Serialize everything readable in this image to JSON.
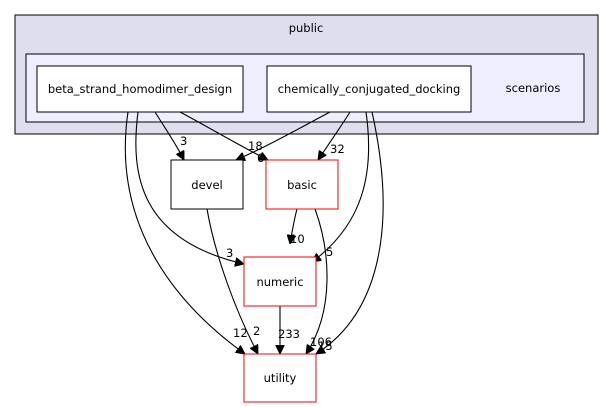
{
  "graph": {
    "outer_cluster": {
      "label": "public",
      "fill": "#dedeee",
      "stroke": "#000000"
    },
    "inner_cluster": {
      "label": "scenarios",
      "fill": "#eeeeff",
      "stroke": "#000000"
    },
    "nodes": {
      "beta": {
        "label": "beta_strand_homodimer_design",
        "border": "#000000"
      },
      "chem": {
        "label": "chemically_conjugated_docking",
        "border": "#000000"
      },
      "devel": {
        "label": "devel",
        "border": "#000000"
      },
      "basic": {
        "label": "basic",
        "border": "#ff0000"
      },
      "numeric": {
        "label": "numeric",
        "border": "#ff0000"
      },
      "utility": {
        "label": "utility",
        "border": "#ff0000"
      }
    },
    "edges": [
      {
        "from": "beta_strand_homodimer_design",
        "to": "devel",
        "label": "3"
      },
      {
        "from": "beta_strand_homodimer_design",
        "to": "basic",
        "label": "18"
      },
      {
        "from": "beta_strand_homodimer_design",
        "to": "numeric",
        "label": "3"
      },
      {
        "from": "beta_strand_homodimer_design",
        "to": "utility",
        "label": "12"
      },
      {
        "from": "chemically_conjugated_docking",
        "to": "devel",
        "label": "6"
      },
      {
        "from": "chemically_conjugated_docking",
        "to": "basic",
        "label": "32"
      },
      {
        "from": "chemically_conjugated_docking",
        "to": "numeric",
        "label": "5"
      },
      {
        "from": "chemically_conjugated_docking",
        "to": "utility",
        "label": "15"
      },
      {
        "from": "devel",
        "to": "utility",
        "label": "2"
      },
      {
        "from": "basic",
        "to": "numeric",
        "label": "10"
      },
      {
        "from": "basic",
        "to": "utility",
        "label": "106"
      },
      {
        "from": "numeric",
        "to": "utility",
        "label": "233"
      }
    ]
  }
}
